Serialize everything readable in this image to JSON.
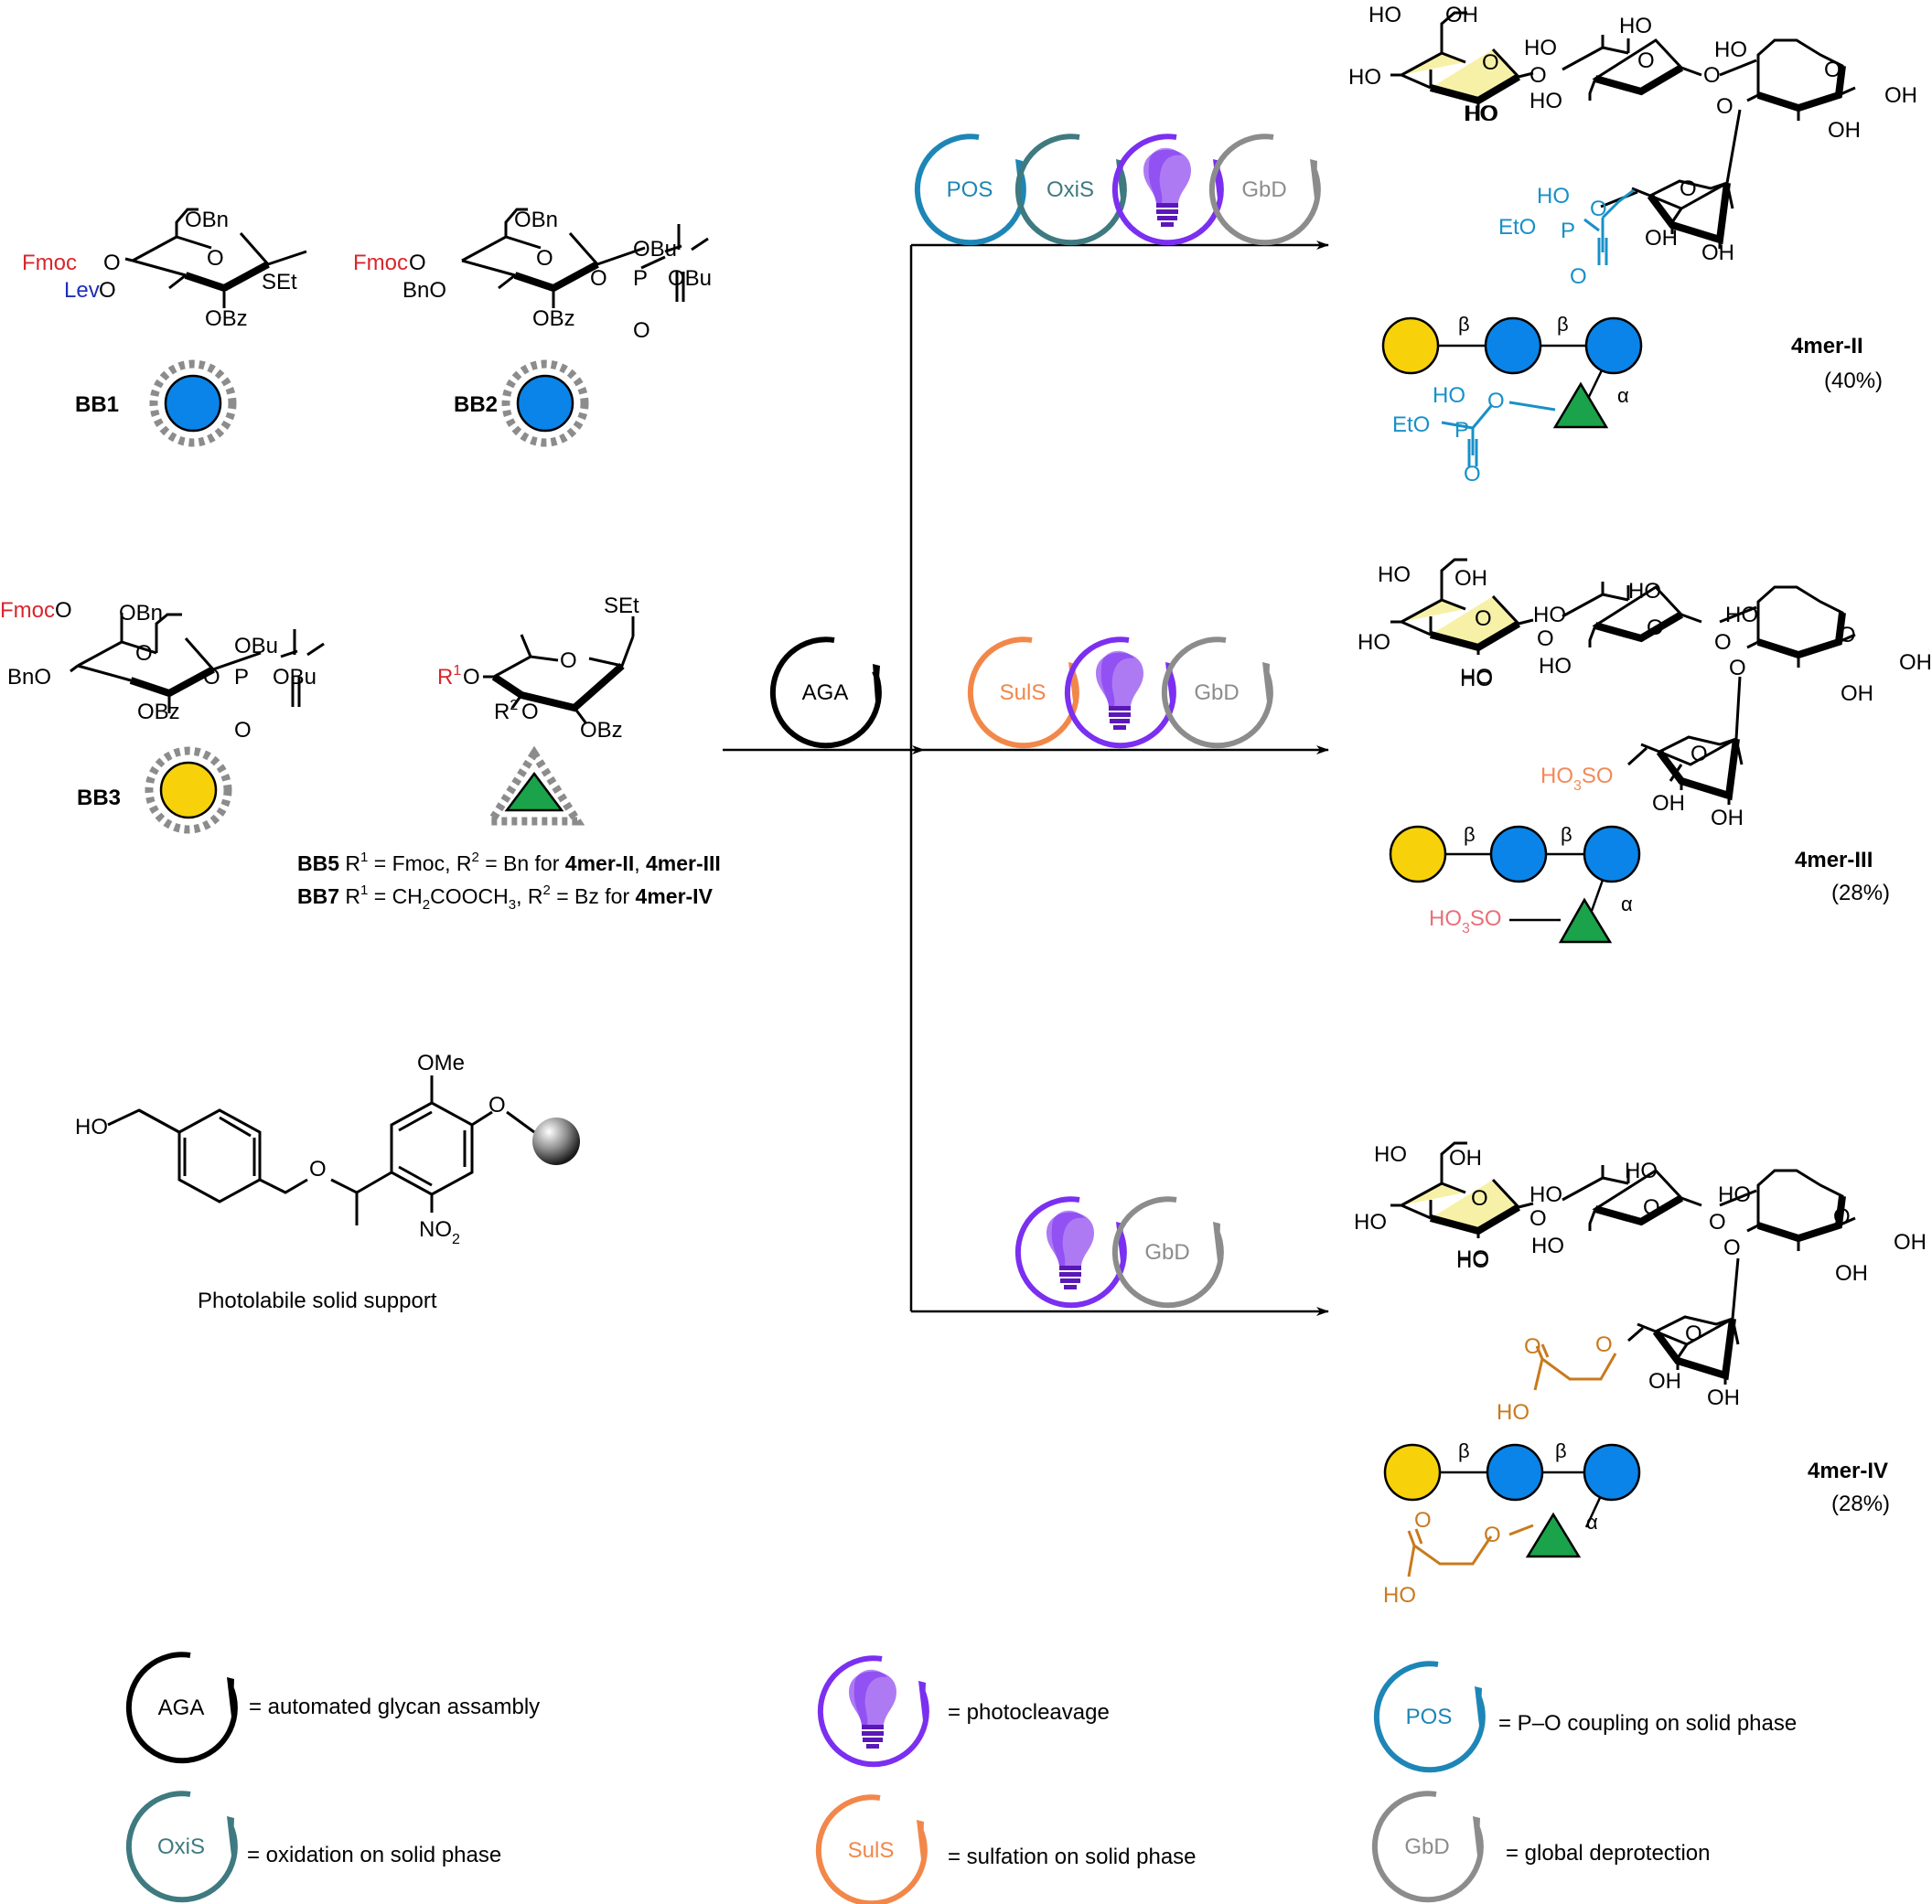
{
  "colors": {
    "black": "#000000",
    "red": "#d9262c",
    "blue_text": "#1d2fb8",
    "glc_blue": "#0a84e8",
    "gal_yellow": "#f7d20a",
    "fuc_green": "#1aa34a",
    "pos": "#1d86b7",
    "oxis": "#3e7a80",
    "photo": "#7b2ff0",
    "suls": "#f2874a",
    "gbd": "#8c8c8c",
    "phosphate_text": "#1890c8",
    "sulfate_text": "#f08a5a",
    "sulfate_text_alt": "#e8707a",
    "carboxy_text": "#c87a1e",
    "ring_fill_yellow": "#f7f1a8"
  },
  "building_blocks": {
    "bb1": {
      "label": "BB1",
      "groups": {
        "fmoc": "Fmoc",
        "o1": "O",
        "lev": "Lev",
        "o2": "O",
        "obn": "OBn",
        "ring_o": "O",
        "set": "SEt",
        "obz": "OBz"
      }
    },
    "bb2": {
      "label": "BB2",
      "groups": {
        "fmoc": "Fmoc",
        "o1": "O",
        "bno": "BnO",
        "obn": "OBn",
        "ring_o": "O",
        "obz": "OBz",
        "o_link": "O",
        "p": "P",
        "obu1": "OBu",
        "obu2": "OBu",
        "o_double": "O"
      }
    },
    "bb3": {
      "label": "BB3",
      "groups": {
        "fmoc": "Fmoc",
        "o1": "O",
        "obn": "OBn",
        "bno": "BnO",
        "ring_o": "O",
        "obz": "OBz",
        "o_link": "O",
        "p": "P",
        "obu1": "OBu",
        "obu2": "OBu",
        "o_double": "O"
      }
    },
    "bb5_7": {
      "groups": {
        "set": "SEt",
        "r1": "R",
        "r1_sup": "1",
        "o1": "O",
        "r2": "R",
        "r2_sup": "2",
        "o2": "O",
        "ring_o": "O",
        "obz": "OBz"
      },
      "legend_line1": {
        "name": "BB5",
        "t1": " R",
        "s1": "1",
        "t2": " = Fmoc, R",
        "s2": "2",
        "t3": " =  Bn for ",
        "c1": "4mer-II",
        "t4": ", ",
        "c2": "4mer-III"
      },
      "legend_line2": {
        "name": "BB7",
        "t1": " R",
        "s1": "1",
        "t2": " = CH",
        "s2": "2",
        "t3": "COOCH",
        "s3": "3",
        "t4": ", R",
        "s4": "2",
        "t5": " =  Bz for ",
        "c1": "4mer-IV"
      }
    }
  },
  "solid_support": {
    "ho": "HO",
    "o_ether": "O",
    "ome": "OMe",
    "o_link": "O",
    "no2": "NO",
    "no2_sub": "2",
    "caption": "Photolabile solid support"
  },
  "steps": {
    "aga": "AGA",
    "pos": "POS",
    "oxis": "OxiS",
    "suls": "SulS",
    "gbd": "GbD"
  },
  "products": {
    "p2": {
      "name": "4mer-II",
      "yield": "(40%)",
      "tetra": {
        "a": "HO",
        "b": "OH",
        "c": "HO",
        "d": "O",
        "e": "HO",
        "f": "O",
        "g": "HO",
        "h": "HO",
        "i": "O",
        "j": "HO",
        "k": "O",
        "l": "HO",
        "m": "O",
        "n": "O",
        "o": "OH",
        "p": "OH",
        "q": "HO",
        "r": "O",
        "s": "OH",
        "t": "OH"
      },
      "sub": {
        "ho": "HO",
        "o": "O",
        "eto": "EtO",
        "p": "P",
        "o2": "O"
      },
      "snfg_sub": {
        "ho": "HO",
        "o": "O",
        "eto": "EtO",
        "p": "P",
        "o2": "O"
      },
      "beta1": "β",
      "beta2": "β",
      "alpha": "α"
    },
    "p3": {
      "name": "4mer-III",
      "yield": "(28%)",
      "tetra": {
        "a": "HO",
        "b": "OH",
        "c": "HO",
        "d": "O",
        "e": "HO",
        "f": "O",
        "g": "HO",
        "h": "HO",
        "i": "O",
        "j": "HO",
        "k": "O",
        "l": "HO",
        "m": "O",
        "n": "O",
        "o": "OH",
        "p": "OH",
        "q": "HO",
        "r": "O",
        "s": "OH",
        "t": "OH"
      },
      "sub": {
        "main": "HO",
        "sub3": "3",
        "tail": "SO"
      },
      "snfg_sub": {
        "main": "HO",
        "sub3": "3",
        "tail": "SO"
      },
      "beta1": "β",
      "beta2": "β",
      "alpha": "α"
    },
    "p4": {
      "name": "4mer-IV",
      "yield": "(28%)",
      "tetra": {
        "a": "HO",
        "b": "OH",
        "c": "HO",
        "d": "O",
        "e": "HO",
        "f": "O",
        "g": "HO",
        "h": "HO",
        "i": "O",
        "j": "HO",
        "k": "O",
        "l": "HO",
        "m": "O",
        "n": "O",
        "o": "OH",
        "p": "OH",
        "q": "HO",
        "r": "O",
        "s": "OH",
        "t": "OH"
      },
      "sub": {
        "o1": "O",
        "o2": "O",
        "ho": "HO"
      },
      "snfg_sub": {
        "o1": "O",
        "o2": "O",
        "ho": "HO"
      },
      "beta1": "β",
      "beta2": "β",
      "alpha": "α"
    }
  },
  "legend": {
    "aga": {
      "icon": "AGA",
      "text": "= automated glycan assambly"
    },
    "photo": {
      "text": "= photocleavage"
    },
    "pos": {
      "icon": "POS",
      "text": "= P–O coupling on solid phase"
    },
    "oxis": {
      "icon": "OxiS",
      "text": "= oxidation on solid phase"
    },
    "suls": {
      "icon": "SulS",
      "text": "= sulfation on solid phase"
    },
    "gbd": {
      "icon": "GbD",
      "text": "= global deprotection"
    }
  }
}
